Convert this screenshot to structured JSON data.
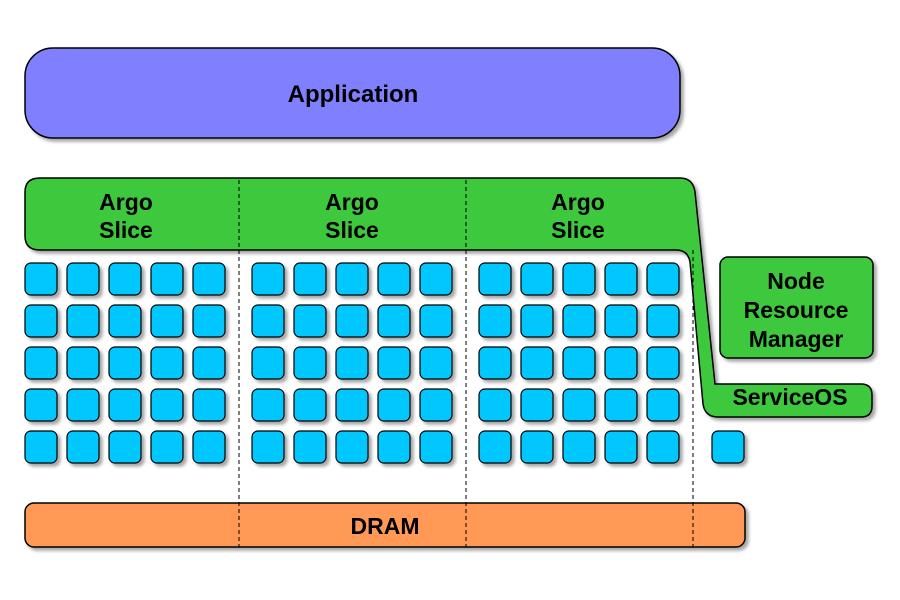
{
  "application": {
    "label": "Application"
  },
  "slices": [
    {
      "line1": "Argo",
      "line2": "Slice"
    },
    {
      "line1": "Argo",
      "line2": "Slice"
    },
    {
      "line1": "Argo",
      "line2": "Slice"
    }
  ],
  "node_resource_manager": {
    "line1": "Node",
    "line2": "Resource",
    "line3": "Manager"
  },
  "service_os": {
    "label": "ServiceOS"
  },
  "dram": {
    "label": "DRAM"
  },
  "cores": {
    "rows": 5,
    "cols_per_slice": 5,
    "service_cores": 1
  },
  "colors": {
    "application": "#8080ff",
    "slice": "#3cc83c",
    "core": "#00c8ff",
    "dram": "#ff9955",
    "stroke": "#000000"
  }
}
